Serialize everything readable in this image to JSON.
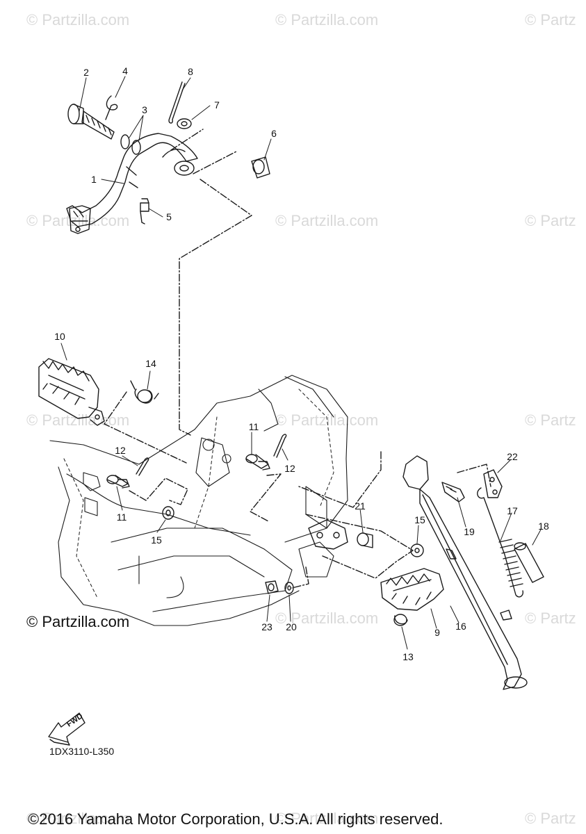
{
  "watermark": {
    "text": "© Partzilla.com",
    "partial_text": "© Partz"
  },
  "inline_credit": "© Partzilla.com",
  "diagram_code": "1DX3110-L350",
  "fwd_label": "FWD",
  "copyright": "©2016 Yamaha Motor Corporation, U.S.A. All rights reserved.",
  "callouts": {
    "c1": "1",
    "c2": "2",
    "c3": "3",
    "c4": "4",
    "c5": "5",
    "c6": "6",
    "c7": "7",
    "c8": "8",
    "c9": "9",
    "c10": "10",
    "c11a": "11",
    "c11b": "11",
    "c12a": "12",
    "c12b": "12",
    "c13": "13",
    "c14": "14",
    "c15a": "15",
    "c15b": "15",
    "c16": "16",
    "c17": "17",
    "c18": "18",
    "c19": "19",
    "c20": "20",
    "c21": "21",
    "c22": "22",
    "c23": "23"
  },
  "colors": {
    "line": "#1a1a1a",
    "watermark": "#d9d9d9",
    "background": "#ffffff"
  }
}
